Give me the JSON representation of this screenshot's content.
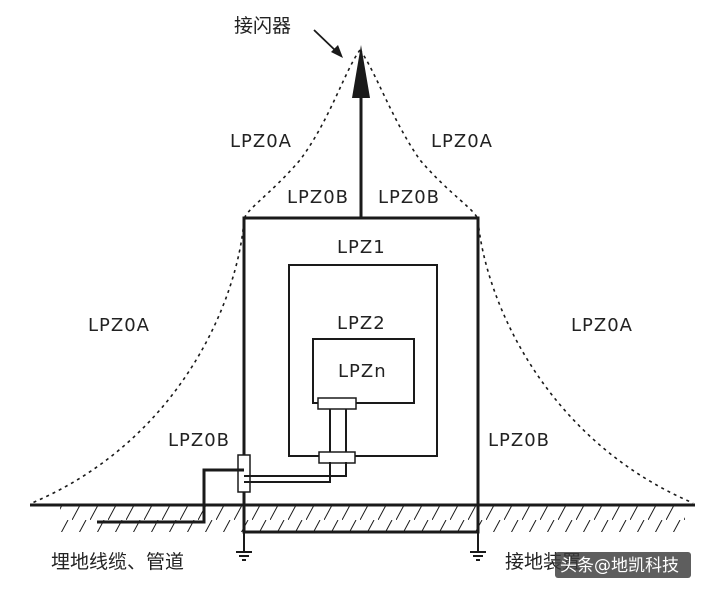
{
  "annotations": {
    "air_terminal": "接闪器",
    "buried_cable": "埋地线缆、管道",
    "earthing": "接地装置",
    "watermark": "头条@地凯科技"
  },
  "zones": {
    "outer_top_left": "LPZ0A",
    "outer_top_right": "LPZ0A",
    "roof_left": "LPZ0B",
    "roof_right": "LPZ0B",
    "outer_mid_left": "LPZ0A",
    "outer_mid_right": "LPZ0A",
    "side_left": "LPZ0B",
    "side_right": "LPZ0B",
    "zone_1": "LPZ1",
    "zone_2": "LPZ2",
    "zone_n": "LPZn"
  },
  "colors": {
    "line": "#1a1a1a",
    "text": "#222222",
    "watermark_bg": "#3a3a3a"
  }
}
